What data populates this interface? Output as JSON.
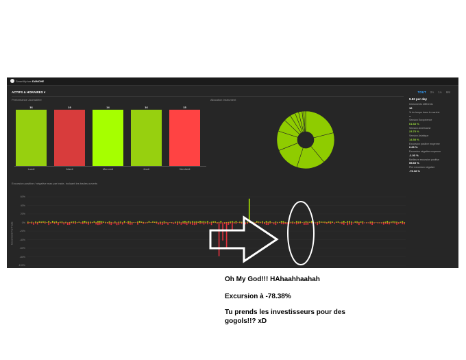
{
  "app": {
    "brand_prefix": "SmartAlphas",
    "brand_name": "DANCHE"
  },
  "menu": {
    "label": "ACTIFS & HORAIRES",
    "arrow": "▾"
  },
  "period_tabs": [
    {
      "label": "TOUT",
      "active": true
    },
    {
      "label": "2A",
      "active": false
    },
    {
      "label": "1A",
      "active": false
    },
    {
      "label": "6M",
      "active": false
    }
  ],
  "daily_performance": {
    "title": "Performance Journalière",
    "days": [
      {
        "label": "Lundi",
        "count": "16",
        "color": "#97d00f"
      },
      {
        "label": "Mardi",
        "count": "19",
        "color": "#d83c3c"
      },
      {
        "label": "Mercredi",
        "count": "14",
        "color": "#a6ff00"
      },
      {
        "label": "Jeudi",
        "count": "16",
        "color": "#97d00f"
      },
      {
        "label": "Vendredi",
        "count": "15",
        "color": "#ff4343"
      }
    ]
  },
  "allocation": {
    "title": "Allocation Instrument",
    "chart_data": {
      "type": "pie",
      "slices": [
        21,
        18,
        16,
        14,
        11,
        7,
        4,
        3,
        2,
        2,
        1,
        1
      ],
      "colors": [
        "#8fcc00",
        "#8fcc00",
        "#8fcc00",
        "#8fcc00",
        "#8fcc00",
        "#8fcc00",
        "#8fcc00",
        "#8fcc00",
        "#8fcc00",
        "#8fcc00",
        "#8fcc00",
        "#8fcc00"
      ]
    }
  },
  "stats": {
    "heading": "9.52 per day",
    "items": [
      {
        "label": "Instruments différents",
        "value": "16",
        "green": false
      },
      {
        "label": "% du temps dans le marché",
        "value": "--",
        "green": false
      },
      {
        "label": "Session Européenne",
        "value": "61.68 %",
        "green": true
      },
      {
        "label": "Session Américaine",
        "value": "23.75 %",
        "green": true
      },
      {
        "label": "Session Asiatique",
        "value": "14.58 %",
        "green": true
      },
      {
        "label": "Excursion positive moyenne",
        "value": "0.69 %",
        "green": false
      },
      {
        "label": "Excursion négative moyenne",
        "value": "-1.03 %",
        "green": false
      },
      {
        "label": "Meilleure excursion positive",
        "value": "55.65 %",
        "green": false
      },
      {
        "label": "Pire excursion négative",
        "value": "-78.38 %",
        "green": false
      }
    ]
  },
  "excursion": {
    "title": "Excursion positive / négative max par trade, incluant les trades ouverts",
    "y_axis_title": "Excursions Par Trade",
    "yticks": [
      "60%",
      "40%",
      "20%",
      "0%",
      "-20%",
      "-40%",
      "-60%",
      "-80%",
      "-100%"
    ],
    "chart_data": {
      "type": "bar",
      "ylim": [
        -100,
        60
      ],
      "noise_count": 200,
      "spikes": [
        {
          "index": 101,
          "value": -78.38
        },
        {
          "index": 103,
          "value": -42
        },
        {
          "index": 105,
          "value": -58
        },
        {
          "index": 108,
          "value": -20
        },
        {
          "index": 117,
          "value": 55.65
        }
      ],
      "pos_color": "#a6e000",
      "neg_color": "#e0313d"
    }
  },
  "annotation": {
    "line1": "Oh My God!!! HAhaahhaahah",
    "line2": "Excursion à -78.38%",
    "line3": "Tu prends les investisseurs pour des",
    "line4": "gogols!!?    xD"
  }
}
